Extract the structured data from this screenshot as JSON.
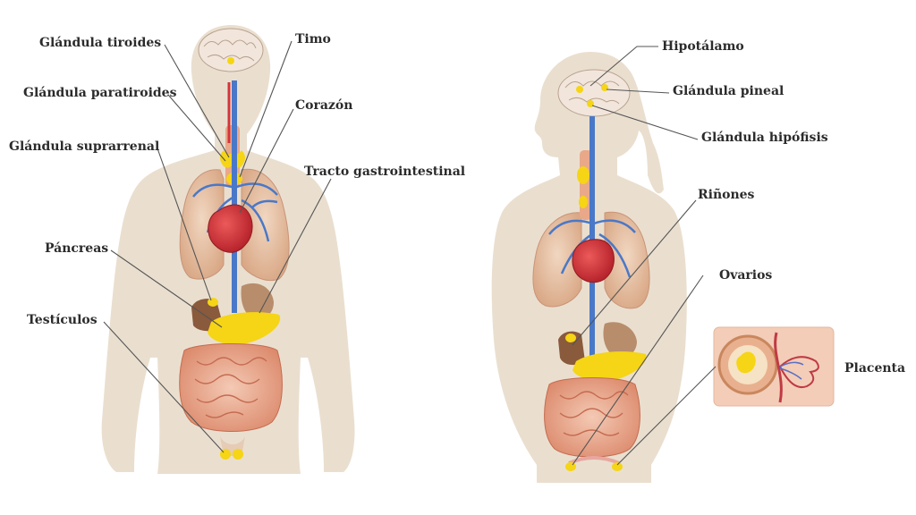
{
  "colors": {
    "skin": "#e9dccb",
    "lung": "#e7c2a4",
    "heart": "#d3343d",
    "vein": "#4a78c8",
    "gland": "#f5d515",
    "intestine": "#e79a7c",
    "liver": "#8a5a3c",
    "pointer": "#555555"
  },
  "labels": {
    "glandula_tiroides": "Glándula tiroides",
    "timo": "Timo",
    "glandula_paratiroides": "Glándula paratiroides",
    "corazon": "Corazón",
    "glandula_suprarrenal": "Glándula suprarrenal",
    "tracto_gastrointestinal": "Tracto gastrointestinal",
    "pancreas": "Páncreas",
    "testiculos": "Testículos",
    "hipotalamo": "Hipotálamo",
    "glandula_pineal": "Glándula pineal",
    "glandula_hipofisis": "Glándula hipófisis",
    "rinones": "Riñones",
    "ovarios": "Ovarios",
    "placenta": "Placenta"
  }
}
